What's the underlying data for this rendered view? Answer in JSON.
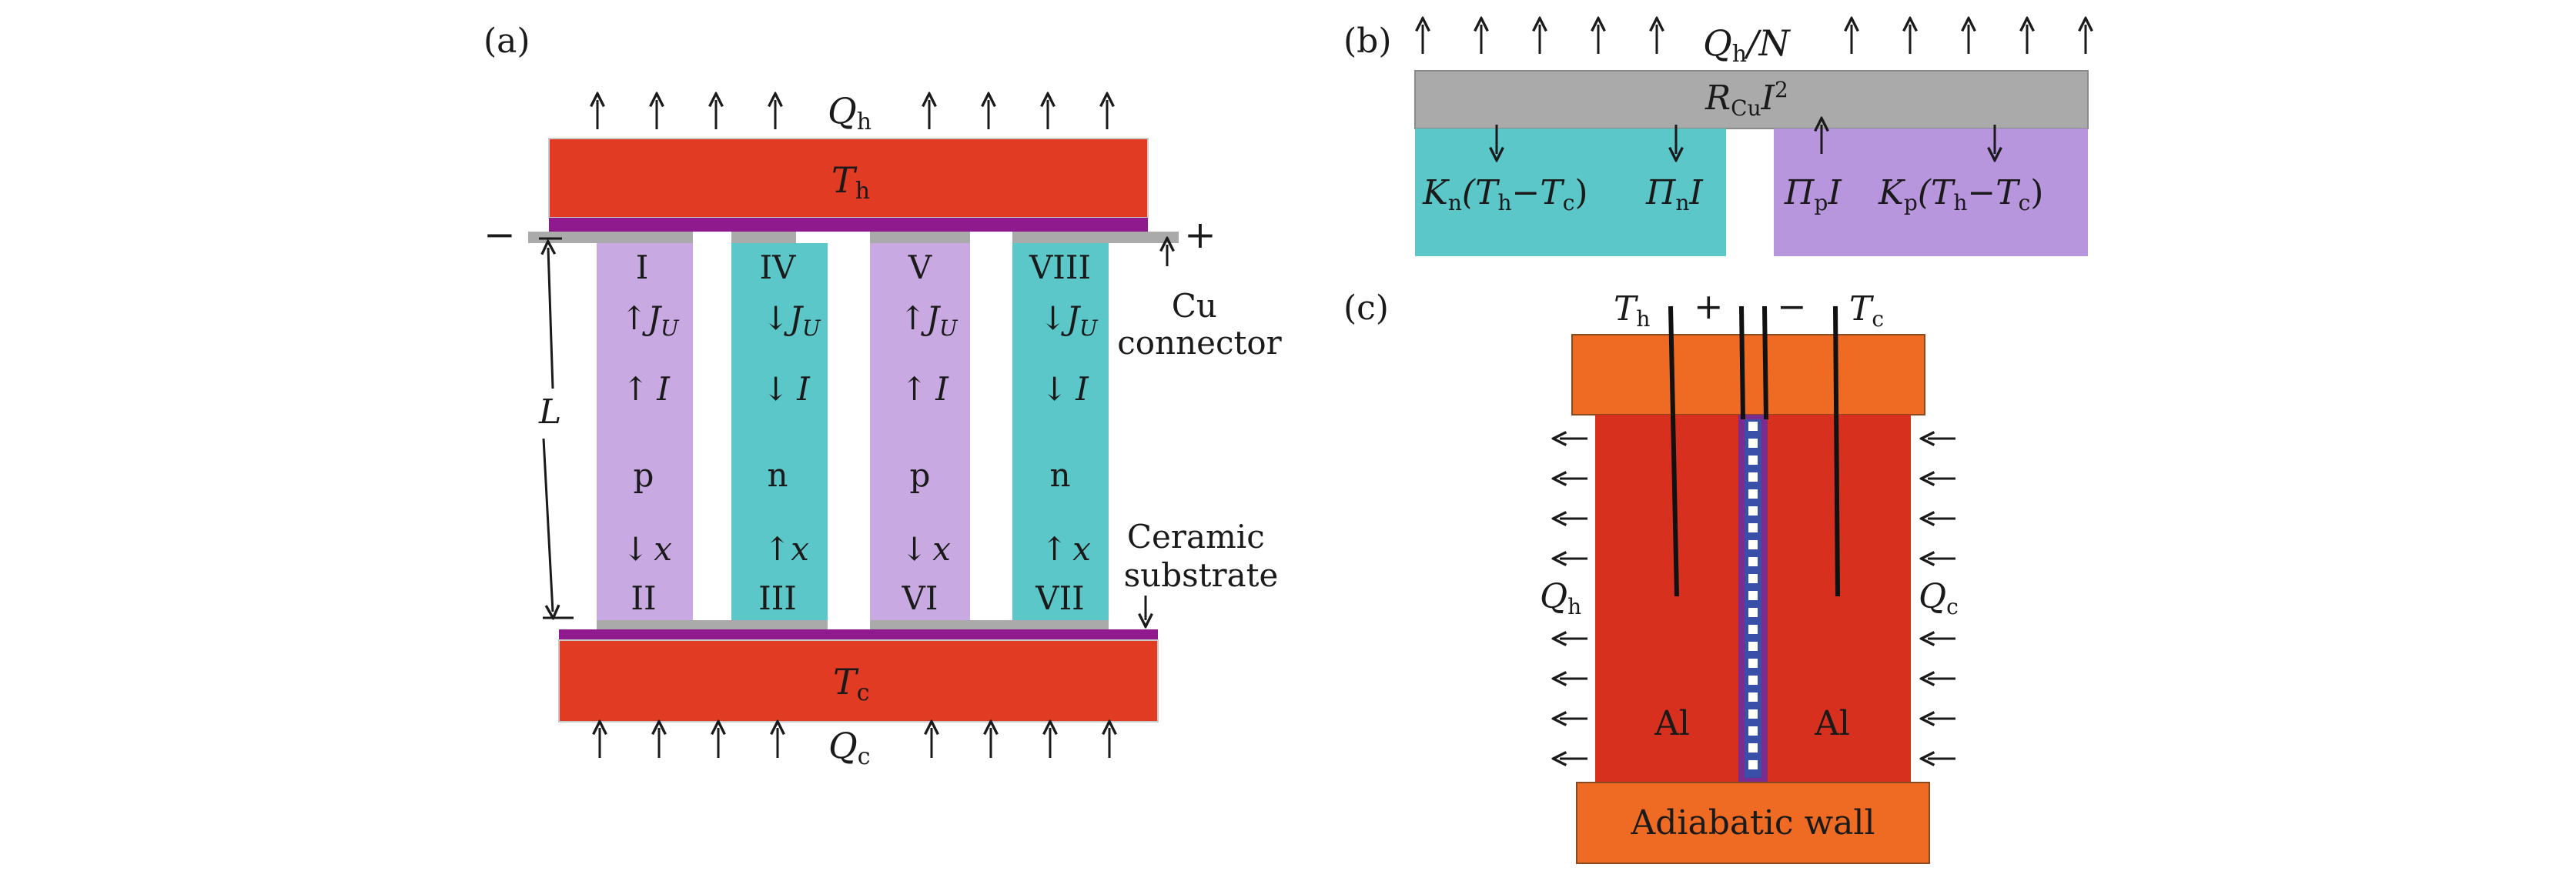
{
  "colors": {
    "red": "#e23b24",
    "lavender": "#c8a9e2",
    "teal": "#5cc7c9",
    "purple_strip": "#8e1a8e",
    "grey": "#a9aaa9",
    "orange": "#ef6a22",
    "dark_red": "#d8301f",
    "violet": "#b896dd"
  },
  "panel_a": {
    "label": "(a)",
    "q_top": "Q",
    "q_top_sub": "h",
    "q_bottom": "Q",
    "q_bottom_sub": "c",
    "t_hot": "T",
    "t_hot_sub": "h",
    "t_cold": "T",
    "t_cold_sub": "c",
    "minus": "−",
    "plus": "+",
    "length": "L",
    "cu_connector": [
      "Cu",
      "connector"
    ],
    "ceramic_substrate": [
      "Ceramic",
      "substrate"
    ],
    "legs": [
      {
        "top": "I",
        "bottom": "II",
        "type": "p",
        "ju": "J",
        "ju_sub": "U",
        "ju_dir": "↑",
        "i": "I",
        "i_dir": "↑",
        "x": "x",
        "x_dir": "↓"
      },
      {
        "top": "IV",
        "bottom": "III",
        "type": "n",
        "ju": "J",
        "ju_sub": "U",
        "ju_dir": "↓",
        "i": "I",
        "i_dir": "↓",
        "x": "x",
        "x_dir": "↑"
      },
      {
        "top": "V",
        "bottom": "VI",
        "type": "p",
        "ju": "J",
        "ju_sub": "U",
        "ju_dir": "↑",
        "i": "I",
        "i_dir": "↑",
        "x": "x",
        "x_dir": "↓"
      },
      {
        "top": "VIII",
        "bottom": "VII",
        "type": "n",
        "ju": "J",
        "ju_sub": "U",
        "ju_dir": "↓",
        "i": "I",
        "i_dir": "↓",
        "x": "x",
        "x_dir": "↑"
      }
    ]
  },
  "panel_b": {
    "label": "(b)",
    "q_label": "Q",
    "q_sub": "h",
    "q_div": "/N",
    "r_cu": "R",
    "r_cu_sub": "Cu",
    "r_cu_tail": "I",
    "r_cu_sup": "2",
    "k_n": "K",
    "k_n_sub": "n",
    "k_n_paren": "(T",
    "k_n_h": "h",
    "k_n_minus": "−T",
    "k_n_c": "c",
    "k_n_close": ")",
    "pi_n": "Π",
    "pi_n_sub": "n",
    "pi_n_tail": "I",
    "pi_p": "Π",
    "pi_p_sub": "p",
    "pi_p_tail": "I",
    "k_p": "K",
    "k_p_sub": "p",
    "k_p_paren": "(T",
    "k_p_h": "h",
    "k_p_minus": "−T",
    "k_p_c": "c",
    "k_p_close": ")"
  },
  "panel_c": {
    "label": "(c)",
    "t_hot": "T",
    "t_hot_sub": "h",
    "plus": "+",
    "minus": "−",
    "t_cold": "T",
    "t_cold_sub": "c",
    "q_hot": "Q",
    "q_hot_sub": "h",
    "q_cold": "Q",
    "q_cold_sub": "c",
    "al_left": "Al",
    "al_right": "Al",
    "adiabatic_wall": "Adiabatic wall"
  }
}
